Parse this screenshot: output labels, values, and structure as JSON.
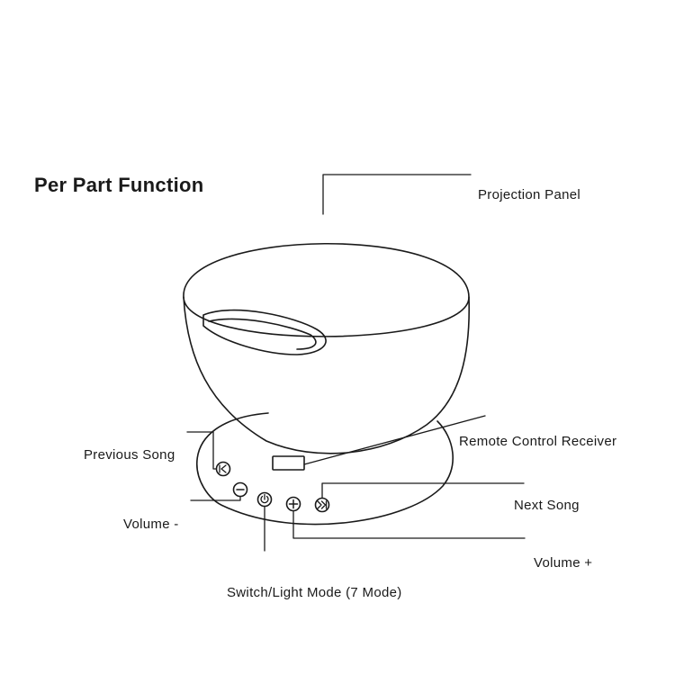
{
  "title": "Per Part Function",
  "labels": {
    "projection_panel": "Projection Panel",
    "remote_control_receiver": "Remote Control Receiver",
    "previous_song": "Previous Song",
    "next_song": "Next Song",
    "volume_minus": "Volume -",
    "volume_plus": "Volume +",
    "switch_light_mode": "Switch/Light Mode (7 Mode)"
  },
  "icons": [
    "previous-song-icon",
    "volume-minus-icon",
    "power-icon",
    "volume-plus-icon",
    "next-song-icon"
  ],
  "colors": {
    "line": "#1a1a1a",
    "background": "#ffffff"
  }
}
